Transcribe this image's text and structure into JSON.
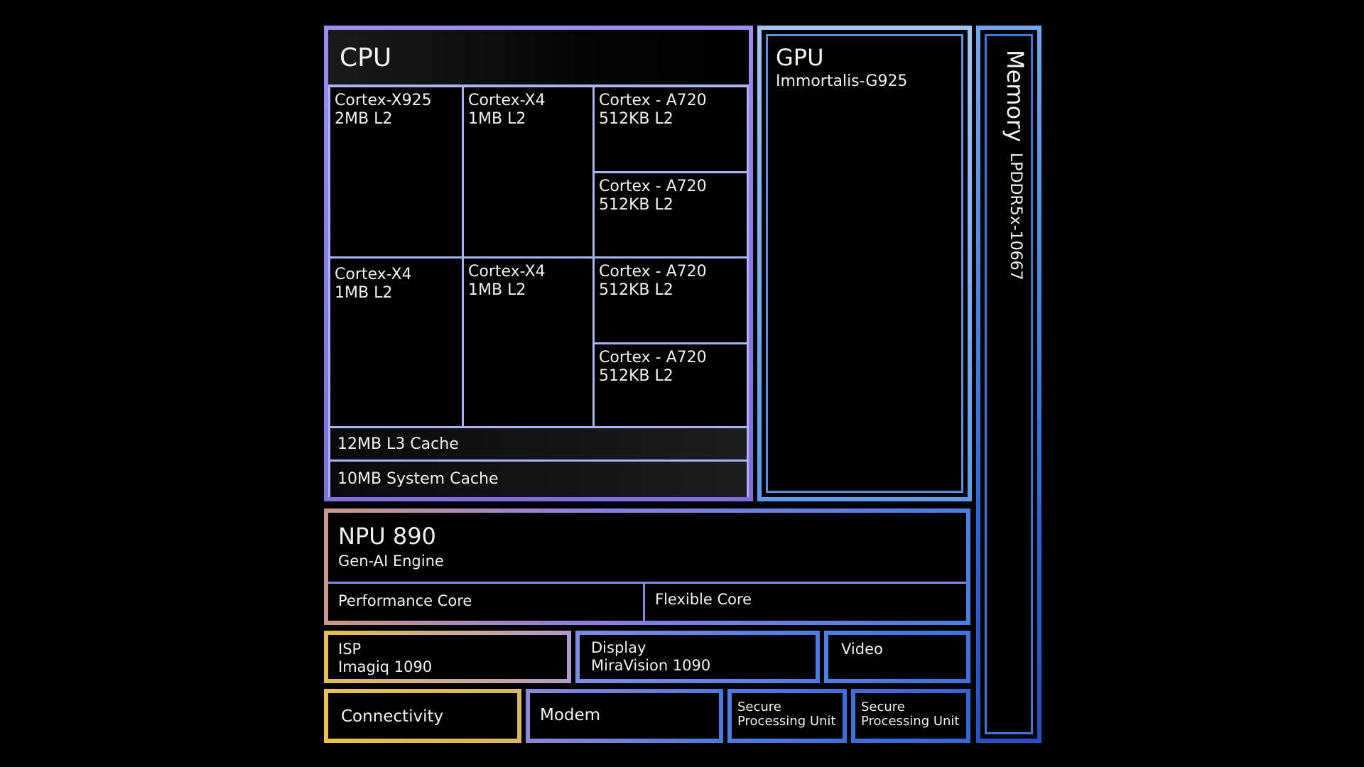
{
  "cpu": {
    "title": "CPU",
    "cores": [
      {
        "name": "Cortex-X925",
        "cache": "2MB L2"
      },
      {
        "name": "Cortex-X4",
        "cache": "1MB L2"
      },
      {
        "name": "Cortex - A720",
        "cache": "512KB L2"
      },
      {
        "name": "Cortex - A720",
        "cache": "512KB L2"
      },
      {
        "name": "Cortex-X4",
        "cache": "1MB L2"
      },
      {
        "name": "Cortex-X4",
        "cache": "1MB L2"
      },
      {
        "name": "Cortex - A720",
        "cache": "512KB L2"
      },
      {
        "name": "Cortex - A720",
        "cache": "512KB L2"
      }
    ],
    "l3_cache": "12MB L3 Cache",
    "system_cache": "10MB System Cache"
  },
  "gpu": {
    "title": "GPU",
    "model": "Immortalis-G925"
  },
  "memory": {
    "title": "Memory",
    "type": "LPDDR5x-10667"
  },
  "npu": {
    "title": "NPU 890",
    "subtitle": "Gen-AI Engine",
    "performance_core": "Performance Core",
    "flexible_core": "Flexible Core"
  },
  "isp": {
    "title": "ISP",
    "model": "Imagiq 1090"
  },
  "display": {
    "title": "Display",
    "model": "MiraVision 1090"
  },
  "video": {
    "title": "Video"
  },
  "connectivity": {
    "title": "Connectivity"
  },
  "modem": {
    "title": "Modem"
  },
  "spu1": {
    "line1": "Secure",
    "line2": "Processing Unit"
  },
  "spu2": {
    "line1": "Secure",
    "line2": "Processing Unit"
  }
}
